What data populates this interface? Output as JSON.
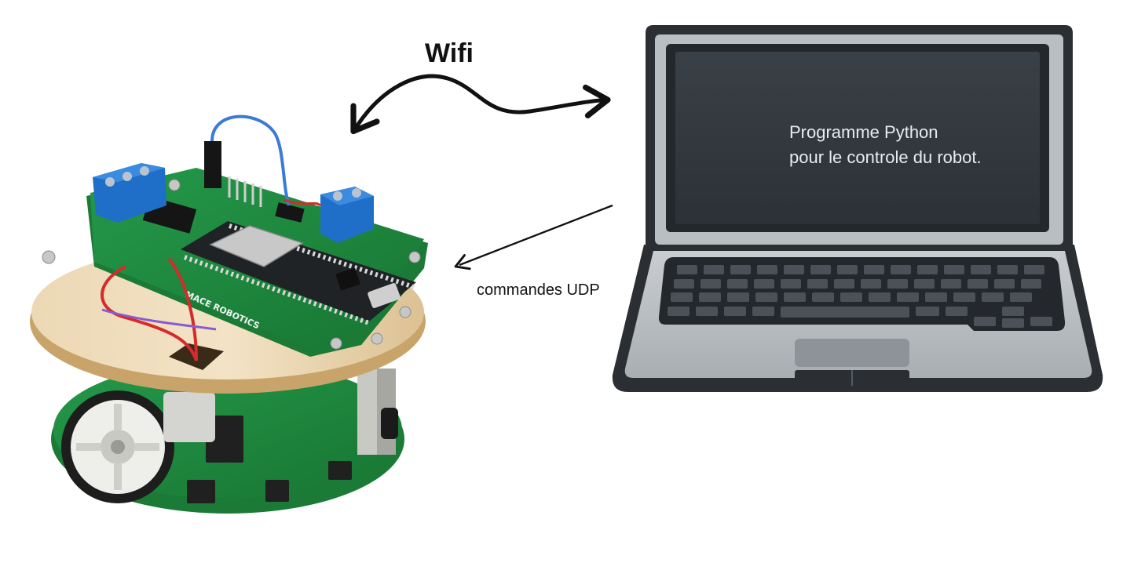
{
  "labels": {
    "wifi": "Wifi",
    "udp": "commandes UDP",
    "screen_line1": "Programme Python",
    "screen_line2": "pour le controle du robot."
  },
  "robot": {
    "silkscreen_brand": "MACE ROBOTICS"
  },
  "colors": {
    "arrow": "#111111",
    "laptop_frame": "#2b2f33",
    "laptop_screen": "#33393f",
    "laptop_body": "#b7bcc0",
    "pcb_green": "#1f8a3c",
    "wood": "#e9d3ad",
    "terminal_blue": "#1f6fc9"
  }
}
